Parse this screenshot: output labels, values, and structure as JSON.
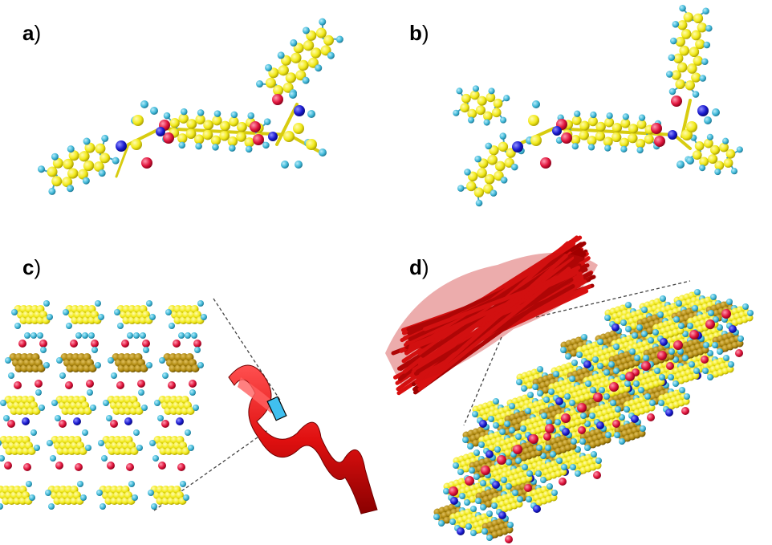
{
  "figure": {
    "panels": [
      {
        "id": "a",
        "letter": "a",
        "paren": ")"
      },
      {
        "id": "b",
        "letter": "b",
        "paren": ")"
      },
      {
        "id": "c",
        "letter": "c",
        "paren": ")"
      },
      {
        "id": "d",
        "letter": "d",
        "paren": ")"
      }
    ],
    "colors": {
      "carbon": "#f2ea1a",
      "carbon_dark": "#b8a400",
      "hydrogen": "#3fb8d8",
      "oxygen": "#e0143c",
      "nitrogen": "#1a1ad0",
      "helix": "#e01010",
      "helix_highlight": "#40c0f0",
      "stack_dark": "#b08a10",
      "fiber": "#d81010"
    }
  }
}
